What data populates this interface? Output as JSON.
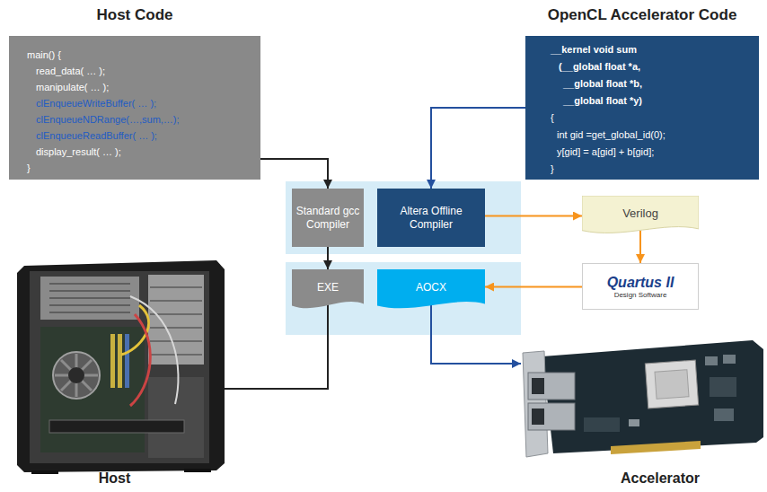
{
  "diagram": {
    "nodes": [
      {
        "text": [
          "Host Code",
          "main() {",
          "read_data( … );",
          "manipulate( … );",
          "clEnqueueWriteBuffer( … );",
          "clEnqueueNDRange(…,sum,…);",
          "clEnqueueReadBuffer( … );",
          "display_result( … );",
          "}"
        ]
      },
      {
        "text": [
          "OpenCL Accelerator Code",
          "__kernel void sum",
          "(__global float *a,",
          "__global float *b,",
          "__global float *y)",
          "{",
          "int gid =get_global_id(0);",
          "y[gid] = a[gid] + b[gid];",
          "}"
        ]
      },
      {
        "text": [
          "Standard gcc Compiler"
        ]
      },
      {
        "text": [
          "Altera Offline Compiler"
        ]
      },
      {
        "text": [
          "Verilog"
        ]
      },
      {
        "text": [
          "EXE"
        ]
      },
      {
        "text": [
          "AOCX"
        ]
      },
      {
        "text": [
          "Quartus II",
          "Design Software"
        ]
      },
      {
        "text": [
          "Host"
        ]
      },
      {
        "text": [
          "Accelerator"
        ]
      }
    ],
    "edges": [
      {
        "from": 0,
        "to": 2,
        "arrow": "to"
      },
      {
        "from": 1,
        "to": 3,
        "arrow": "to"
      },
      {
        "from": 2,
        "to": 5,
        "arrow": "to"
      },
      {
        "from": 3,
        "to": 4,
        "arrow": "to"
      },
      {
        "from": 4,
        "to": 7,
        "arrow": "to"
      },
      {
        "from": 7,
        "to": 6,
        "arrow": "to"
      },
      {
        "from": 6,
        "to": 9,
        "arrow": "to"
      },
      {
        "from": 5,
        "to": 8,
        "arrow": "none"
      }
    ]
  }
}
